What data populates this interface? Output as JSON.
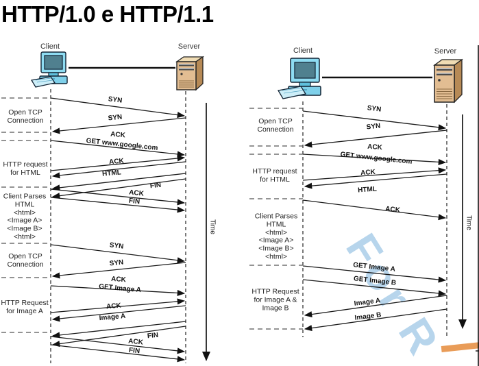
{
  "title": "HTTP/1.0 e HTTP/1.1",
  "watermark": {
    "text": "For R",
    "color": "#b7d5ec"
  },
  "left": {
    "client_label": "Client",
    "server_label": "Server",
    "time_label": "Time",
    "sections": [
      {
        "lines": [
          "Open TCP",
          "Connection"
        ]
      },
      {
        "lines": [
          "HTTP request",
          "for HTML"
        ]
      },
      {
        "lines": [
          "Client Parses",
          "HTML",
          "<html>",
          "<Image A>",
          "<Image B>",
          "<html>"
        ]
      },
      {
        "lines": [
          "Open TCP",
          "Connection"
        ]
      },
      {
        "lines": [
          "HTTP Request",
          "for Image A"
        ]
      }
    ],
    "messages": [
      {
        "label": "SYN",
        "from": "client",
        "to": "server"
      },
      {
        "label": "SYN",
        "from": "server",
        "to": "client"
      },
      {
        "label": "ACK",
        "from": "client",
        "to": "server"
      },
      {
        "label": "GET www.google.com",
        "from": "client",
        "to": "server"
      },
      {
        "label": "ACK",
        "from": "client",
        "to": "server"
      },
      {
        "label": "HTML",
        "from": "server",
        "to": "client"
      },
      {
        "label": "FIN",
        "from": "server",
        "to": "client"
      },
      {
        "label": "ACK",
        "from": "client",
        "to": "server"
      },
      {
        "label": "FIN",
        "from": "client",
        "to": "server"
      },
      {
        "label": "SYN",
        "from": "client",
        "to": "server"
      },
      {
        "label": "SYN",
        "from": "server",
        "to": "client"
      },
      {
        "label": "ACK",
        "from": "client",
        "to": "server"
      },
      {
        "label": "GET Image A",
        "from": "client",
        "to": "server"
      },
      {
        "label": "ACK",
        "from": "client",
        "to": "server"
      },
      {
        "label": "Image A",
        "from": "server",
        "to": "client"
      },
      {
        "label": "FIN",
        "from": "server",
        "to": "client"
      },
      {
        "label": "ACK",
        "from": "client",
        "to": "server"
      },
      {
        "label": "FIN",
        "from": "client",
        "to": "server"
      }
    ]
  },
  "right": {
    "client_label": "Client",
    "server_label": "Server",
    "time_label": "Time",
    "sections": [
      {
        "lines": [
          "Open TCP",
          "Connection"
        ]
      },
      {
        "lines": [
          "HTTP request",
          "for HTML"
        ]
      },
      {
        "lines": [
          "Client Parses",
          "HTML",
          "<html>",
          "<Image A>",
          "<Image B>",
          "<html>"
        ]
      },
      {
        "lines": [
          "HTTP Request",
          "for Image A &",
          "Image B"
        ]
      }
    ],
    "messages": [
      {
        "label": "SYN",
        "from": "client",
        "to": "server"
      },
      {
        "label": "SYN",
        "from": "server",
        "to": "client"
      },
      {
        "label": "ACK",
        "from": "client",
        "to": "server"
      },
      {
        "label": "GET www.google.com",
        "from": "client",
        "to": "server"
      },
      {
        "label": "ACK",
        "from": "client",
        "to": "server"
      },
      {
        "label": "HTML",
        "from": "server",
        "to": "client"
      },
      {
        "label": "ACK",
        "from": "client",
        "to": "server"
      },
      {
        "label": "GET Image A",
        "from": "client",
        "to": "server"
      },
      {
        "label": "GET Image B",
        "from": "client",
        "to": "server"
      },
      {
        "label": "Image A",
        "from": "server",
        "to": "client"
      },
      {
        "label": "Image B",
        "from": "server",
        "to": "client"
      }
    ]
  }
}
